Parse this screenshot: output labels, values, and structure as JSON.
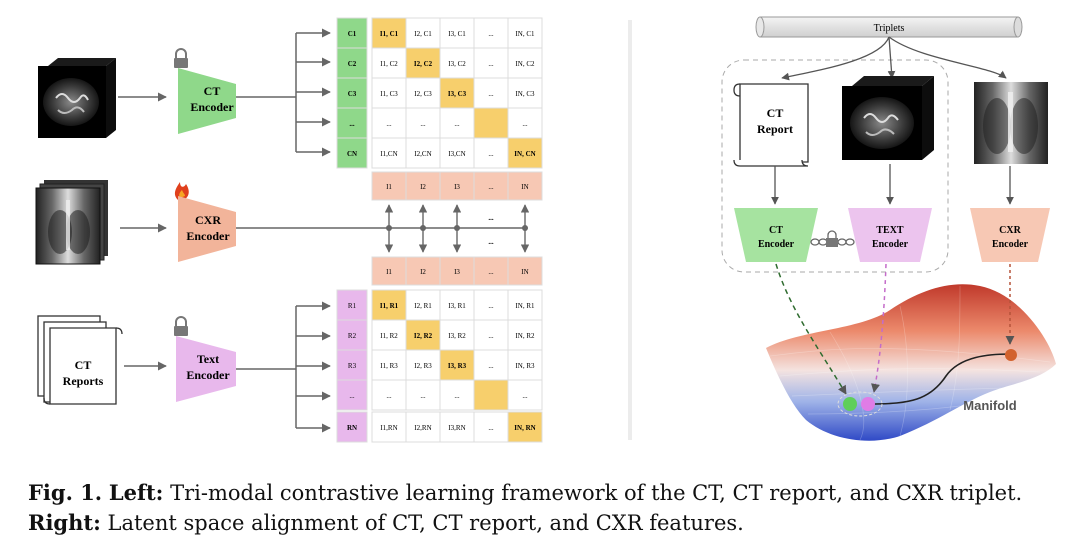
{
  "left": {
    "ct_encoder": [
      "CT",
      "Encoder"
    ],
    "cxr_encoder": [
      "CXR",
      "Encoder"
    ],
    "text_encoder": [
      "Text",
      "Encoder"
    ],
    "ct_reports_label": [
      "CT",
      "Reports"
    ],
    "ct_col": [
      "C1",
      "C2",
      "C3",
      "...",
      "CN"
    ],
    "ct_matrix": [
      [
        "I1, C1",
        "I2, C1",
        "I3, C1",
        "...",
        "IN, C1"
      ],
      [
        "I1, C2",
        "I2, C2",
        "I3, C2",
        "...",
        "IN, C2"
      ],
      [
        "I1, C3",
        "I2, C3",
        "I3, C3",
        "...",
        "IN, C3"
      ],
      [
        "...",
        "...",
        "...",
        "...",
        "..."
      ],
      [
        "I1,CN",
        "I2,CN",
        "I3,CN",
        "...",
        "IN, CN"
      ]
    ],
    "image_row": [
      "I1",
      "I2",
      "I3",
      "...",
      "IN"
    ],
    "report_col": [
      "R1",
      "R2",
      "R3",
      "...",
      "RN"
    ],
    "report_matrix": [
      [
        "I1, R1",
        "I2, R1",
        "I3, R1",
        "...",
        "IN, R1"
      ],
      [
        "I1, R2",
        "I2, R2",
        "I3, R2",
        "...",
        "IN, R2"
      ],
      [
        "I1, R3",
        "I2, R3",
        "I3, R3",
        "...",
        "IN, R3"
      ],
      [
        "...",
        "...",
        "...",
        "...",
        "..."
      ],
      [
        "I1,RN",
        "I2,RN",
        "I3,RN",
        "...",
        "IN, RN"
      ]
    ],
    "ellipsis": "..."
  },
  "right": {
    "triplets": "Triplets",
    "ct_report": [
      "CT",
      "Report"
    ],
    "ct_encoder": [
      "CT",
      "Encoder"
    ],
    "text_encoder": [
      "TEXT",
      "Encoder"
    ],
    "cxr_encoder": [
      "CXR",
      "Encoder"
    ],
    "manifold": "Manifold"
  },
  "caption": {
    "fig": "Fig. 1.",
    "left_label": "Left:",
    "left_text": " Tri-modal contrastive learning framework of the CT, CT report, and CXR triplet. ",
    "right_label": "Right:",
    "right_text": " Latent space alignment of CT, CT report, and CXR features."
  },
  "colors": {
    "ct_green": "#8fd88a",
    "cxr_orange": "#f2b49a",
    "text_pink": "#e8b8ec",
    "highlight": "#f7cf6c",
    "light_green": "#a6e3a0",
    "light_orange": "#f7c8b4",
    "light_pink": "#ecc4ee"
  }
}
